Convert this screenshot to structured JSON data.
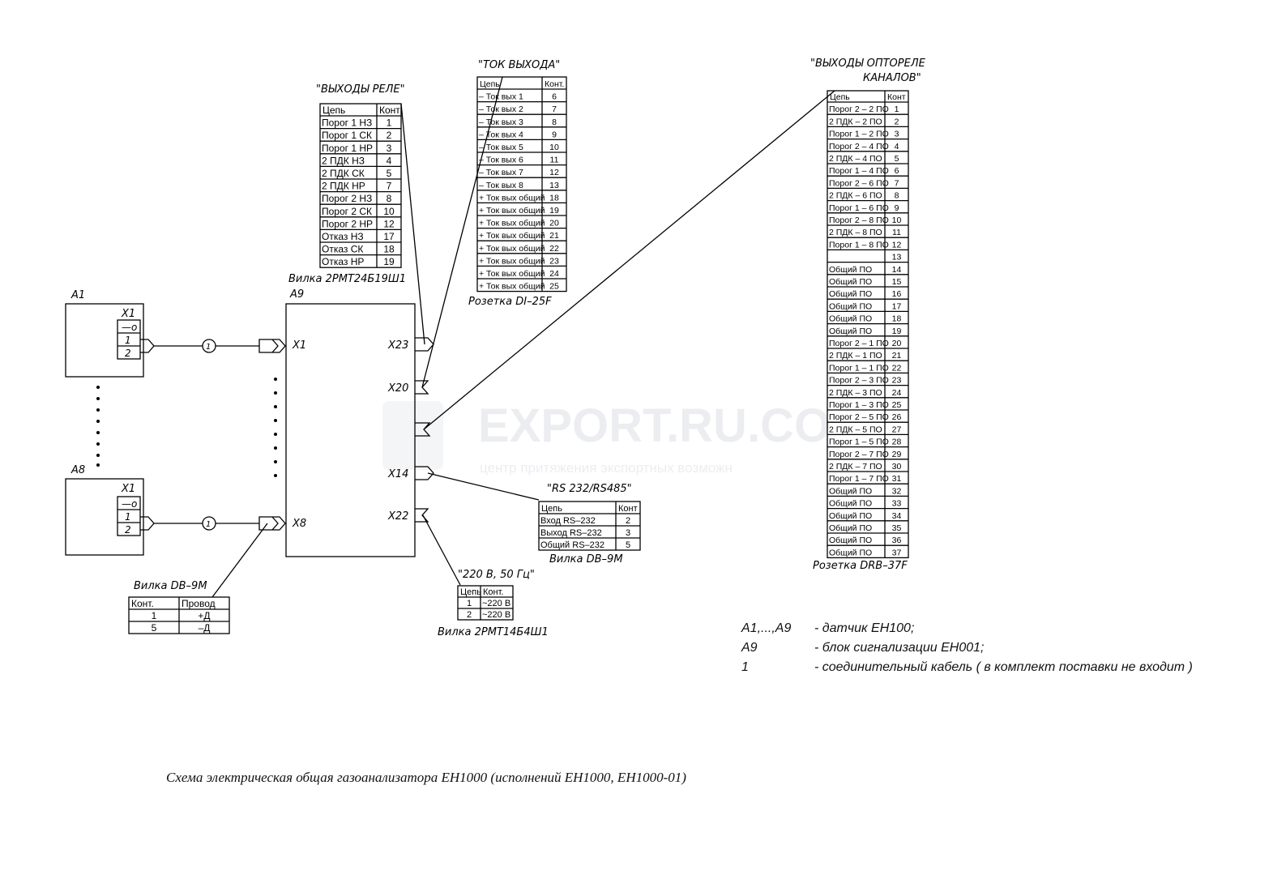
{
  "watermark": {
    "brand": "EXPORT.RU.CO",
    "slogan": "центр притяжения экспортных возможн"
  },
  "sensors": {
    "a1": "A1",
    "a8": "A8",
    "connector": "X1",
    "pins": [
      "—o",
      "1",
      "2"
    ],
    "cable": "1"
  },
  "block": {
    "label": "A9",
    "ports_left": [
      "X1",
      "X8"
    ],
    "ports_right": [
      "X23",
      "X20",
      "X14",
      "X22"
    ],
    "header_label": "Вилка 2РМТ24Б19Ш1"
  },
  "relay_table": {
    "title": "\"ВЫХОДЫ РЕЛЕ\"",
    "headers": [
      "Цепь",
      "Конт"
    ],
    "rows": [
      [
        "Порог 1   НЗ",
        "1"
      ],
      [
        "Порог 1   СК",
        "2"
      ],
      [
        "Порог 1   НР",
        "3"
      ],
      [
        "2 ПДК   НЗ",
        "4"
      ],
      [
        "2 ПДК   СК",
        "5"
      ],
      [
        "2 ПДК   НР",
        "7"
      ],
      [
        "Порог 2   НЗ",
        "8"
      ],
      [
        "Порог 2   СК",
        "10"
      ],
      [
        "Порог 2   НР",
        "12"
      ],
      [
        "Отказ  НЗ",
        "17"
      ],
      [
        "Отказ  СК",
        "18"
      ],
      [
        "Отказ  НР",
        "19"
      ]
    ]
  },
  "current_table": {
    "title": "\"ТОК ВЫХОДА\"",
    "headers": [
      "Цепь",
      "Конт."
    ],
    "rows": [
      [
        "–  Ток вых 1",
        "6"
      ],
      [
        "–  Ток вых 2",
        "7"
      ],
      [
        "–  Ток вых 3",
        "8"
      ],
      [
        "–  Ток вых 4",
        "9"
      ],
      [
        "–  Ток вых 5",
        "10"
      ],
      [
        "–  Ток вых 6",
        "11"
      ],
      [
        "–  Ток вых 7",
        "12"
      ],
      [
        "–  Ток вых 8",
        "13"
      ],
      [
        "+  Ток вых общий",
        "18"
      ],
      [
        "+  Ток вых общий",
        "19"
      ],
      [
        "+  Ток вых общий",
        "20"
      ],
      [
        "+  Ток вых общий",
        "21"
      ],
      [
        "+  Ток вых общий",
        "22"
      ],
      [
        "+  Ток вых общий",
        "23"
      ],
      [
        "+  Ток вых общий",
        "24"
      ],
      [
        "+  Ток вых общий",
        "25"
      ]
    ],
    "footer": "Розетка DI–25F"
  },
  "opto_table": {
    "title_line1": "\"ВЫХОДЫ  ОПТОРЕЛЕ",
    "title_line2": "КАНАЛОВ\"",
    "headers": [
      "Цепь",
      "Конт"
    ],
    "rows": [
      [
        "Порог 2 – 2 ПО",
        "1"
      ],
      [
        "2 ПДК – 2 ПО",
        "2"
      ],
      [
        "Порог 1 – 2 ПО",
        "3"
      ],
      [
        "Порог 2 – 4 ПО",
        "4"
      ],
      [
        "2 ПДК – 4 ПО",
        "5"
      ],
      [
        "Порог 1 – 4 ПО",
        "6"
      ],
      [
        "Порог 2 – 6 ПО",
        "7"
      ],
      [
        "2 ПДК – 6 ПО",
        "8"
      ],
      [
        "Порог 1 – 6 ПО",
        "9"
      ],
      [
        "Порог 2 – 8 ПО",
        "10"
      ],
      [
        "2 ПДК – 8 ПО",
        "11"
      ],
      [
        "Порог 1 – 8 ПО",
        "12"
      ],
      [
        "",
        "13"
      ],
      [
        "Общий ПО",
        "14"
      ],
      [
        "Общий ПО",
        "15"
      ],
      [
        "Общий ПО",
        "16"
      ],
      [
        "Общий ПО",
        "17"
      ],
      [
        "Общий ПО",
        "18"
      ],
      [
        "Общий ПО",
        "19"
      ],
      [
        "Порог 2 – 1 ПО",
        "20"
      ],
      [
        "2 ПДК – 1 ПО",
        "21"
      ],
      [
        "Порог 1 – 1 ПО",
        "22"
      ],
      [
        "Порог 2 – 3 ПО",
        "23"
      ],
      [
        "2 ПДК – 3 ПО",
        "24"
      ],
      [
        "Порог 1 – 3 ПО",
        "25"
      ],
      [
        "Порог 2 – 5 ПО",
        "26"
      ],
      [
        "2 ПДК – 5 ПО",
        "27"
      ],
      [
        "Порог 1 – 5 ПО",
        "28"
      ],
      [
        "Порог 2 – 7 ПО",
        "29"
      ],
      [
        "2 ПДК – 7 ПО",
        "30"
      ],
      [
        "Порог 1 – 7 ПО",
        "31"
      ],
      [
        "Общий ПО",
        "32"
      ],
      [
        "Общий ПО",
        "33"
      ],
      [
        "Общий ПО",
        "34"
      ],
      [
        "Общий ПО",
        "35"
      ],
      [
        "Общий ПО",
        "36"
      ],
      [
        "Общий ПО",
        "37"
      ]
    ],
    "footer": "Розетка DRB–37F"
  },
  "rs_table": {
    "title": "\"RS 232/RS485\"",
    "headers": [
      "Цепь",
      "Конт"
    ],
    "rows": [
      [
        "Вход RS–232",
        "2"
      ],
      [
        "Выход RS–232",
        "3"
      ],
      [
        "Общий RS–232",
        "5"
      ]
    ],
    "footer": "Вилка DB–9M"
  },
  "power_table": {
    "title": "\"220  В,  50  Гц\"",
    "headers": [
      "Цепь",
      "Конт."
    ],
    "rows": [
      [
        "1",
        "~220 В"
      ],
      [
        "2",
        "~220 В"
      ]
    ],
    "footer": "Вилка 2РМТ14Б4Ш1"
  },
  "db9_table": {
    "title": "Вилка DB–9M",
    "headers": [
      "Конт.",
      "Провод"
    ],
    "rows": [
      [
        "1",
        "+Д"
      ],
      [
        "5",
        "–Д"
      ]
    ]
  },
  "legend": [
    {
      "key": "A1,...,A9",
      "desc": "- датчик ЕН100;"
    },
    {
      "key": "A9",
      "desc": "- блок сигнализации ЕН001;"
    },
    {
      "key": "1",
      "desc": "- соединительный кабель  ( в комплект поставки не входит )"
    }
  ],
  "caption": "Схема электрическая общая газоанализатора ЕН1000 (исполнений ЕН1000, ЕН1000-01)"
}
